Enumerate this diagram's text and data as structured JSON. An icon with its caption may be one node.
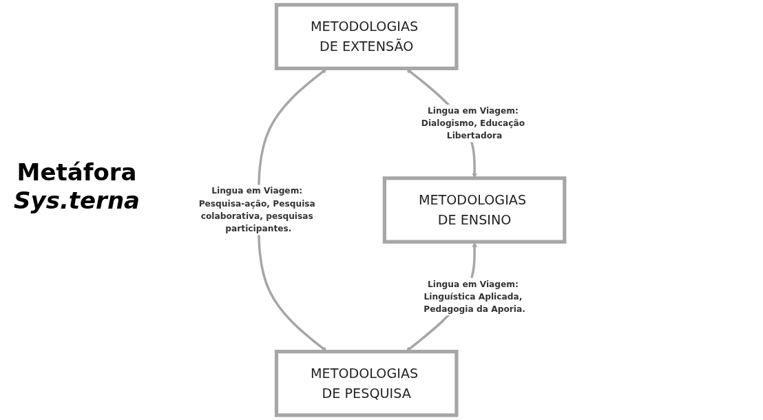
{
  "diagram": {
    "nodes": [
      {
        "text": [
          "METODOLOGIAS DE EXTENSÃO"
        ]
      },
      {
        "text": [
          "METODOLOGIAS DE ENSINO"
        ]
      },
      {
        "text": [
          "METODOLOGIAS DE PESQUISA"
        ]
      }
    ],
    "edges": [
      {
        "from": 0,
        "to": 1,
        "arrow": "both",
        "label": "Lingua em Viagem: Dialogismo, Educação Libertadora"
      },
      {
        "from": 0,
        "to": 2,
        "arrow": "both",
        "label": "Lingua em Viagem: Pesquisa-ação, Pesquisa colaborativa, pesquisas participantes."
      },
      {
        "from": 1,
        "to": 2,
        "arrow": "both",
        "label": "Lingua em Viagem: Linguística Aplicada, Pedagogia da Aporia."
      }
    ],
    "labels": [
      "Metáfora",
      "Sys.terna"
    ]
  }
}
